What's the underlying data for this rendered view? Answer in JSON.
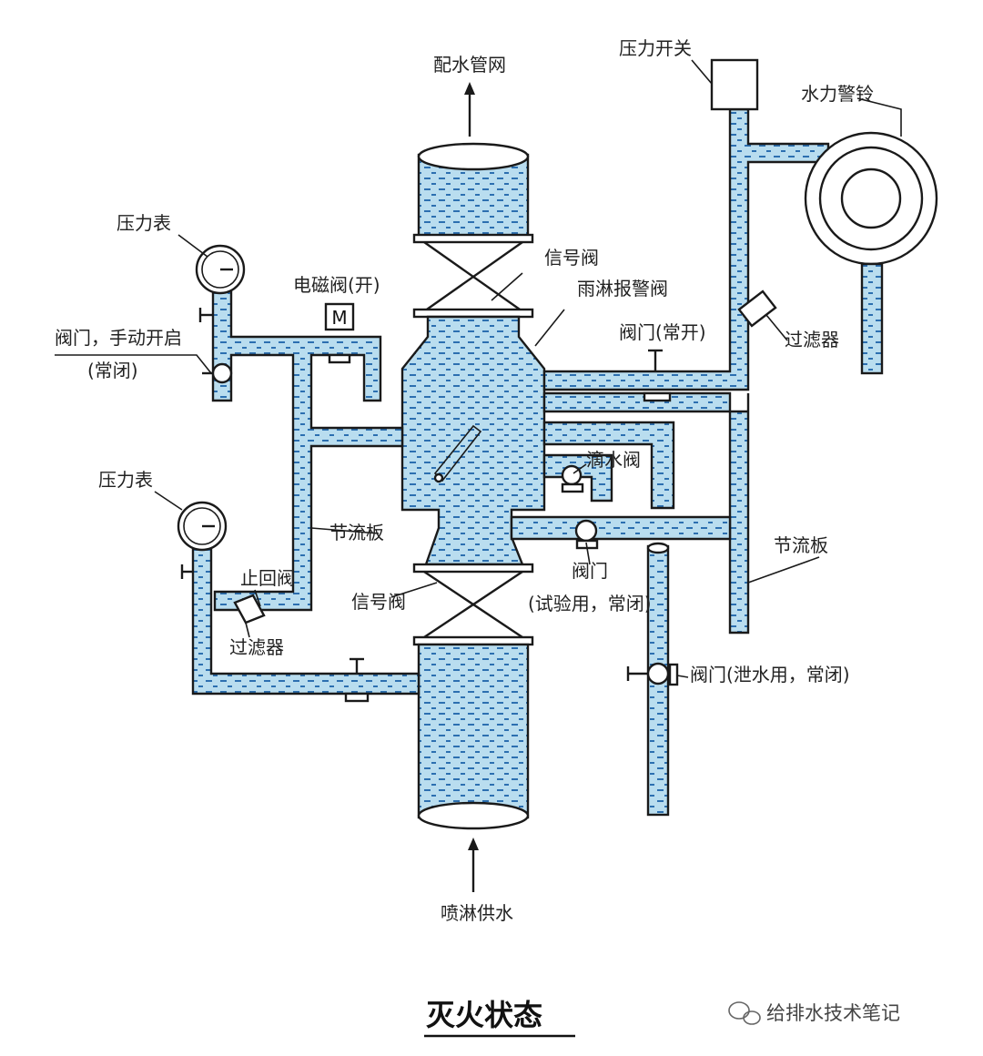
{
  "labels": {
    "to_network": "配水管网",
    "pressure_switch": "压力开关",
    "water_gong": "水力警铃",
    "pressure_gauge_top": "压力表",
    "signal_valve_top": "信号阀",
    "deluge_alarm_valve": "雨淋报警阀",
    "solenoid_valve": "电磁阀(开)",
    "manual_valve": "阀门，手动开启",
    "manual_valve_state": "(常闭)",
    "valve_normally_open": "阀门(常开)",
    "strainer_right": "过滤器",
    "drip_valve": "滴水阀",
    "orifice_left": "节流板",
    "pressure_gauge_bottom": "压力表",
    "check_valve": "止回阀",
    "signal_valve_bottom": "信号阀",
    "test_valve": "阀门",
    "test_valve_state": "(试验用，常闭)",
    "orifice_right": "节流板",
    "strainer_left": "过滤器",
    "drain_valve": "阀门(泄水用，常闭)",
    "supply": "喷淋供水",
    "solenoid_symbol": "M"
  },
  "caption": "灭火状态",
  "watermark": "给排水技术笔记",
  "colors": {
    "water": "#9fd0e8",
    "water_dash": "#2c6fb0",
    "line": "#1a1a1a"
  }
}
